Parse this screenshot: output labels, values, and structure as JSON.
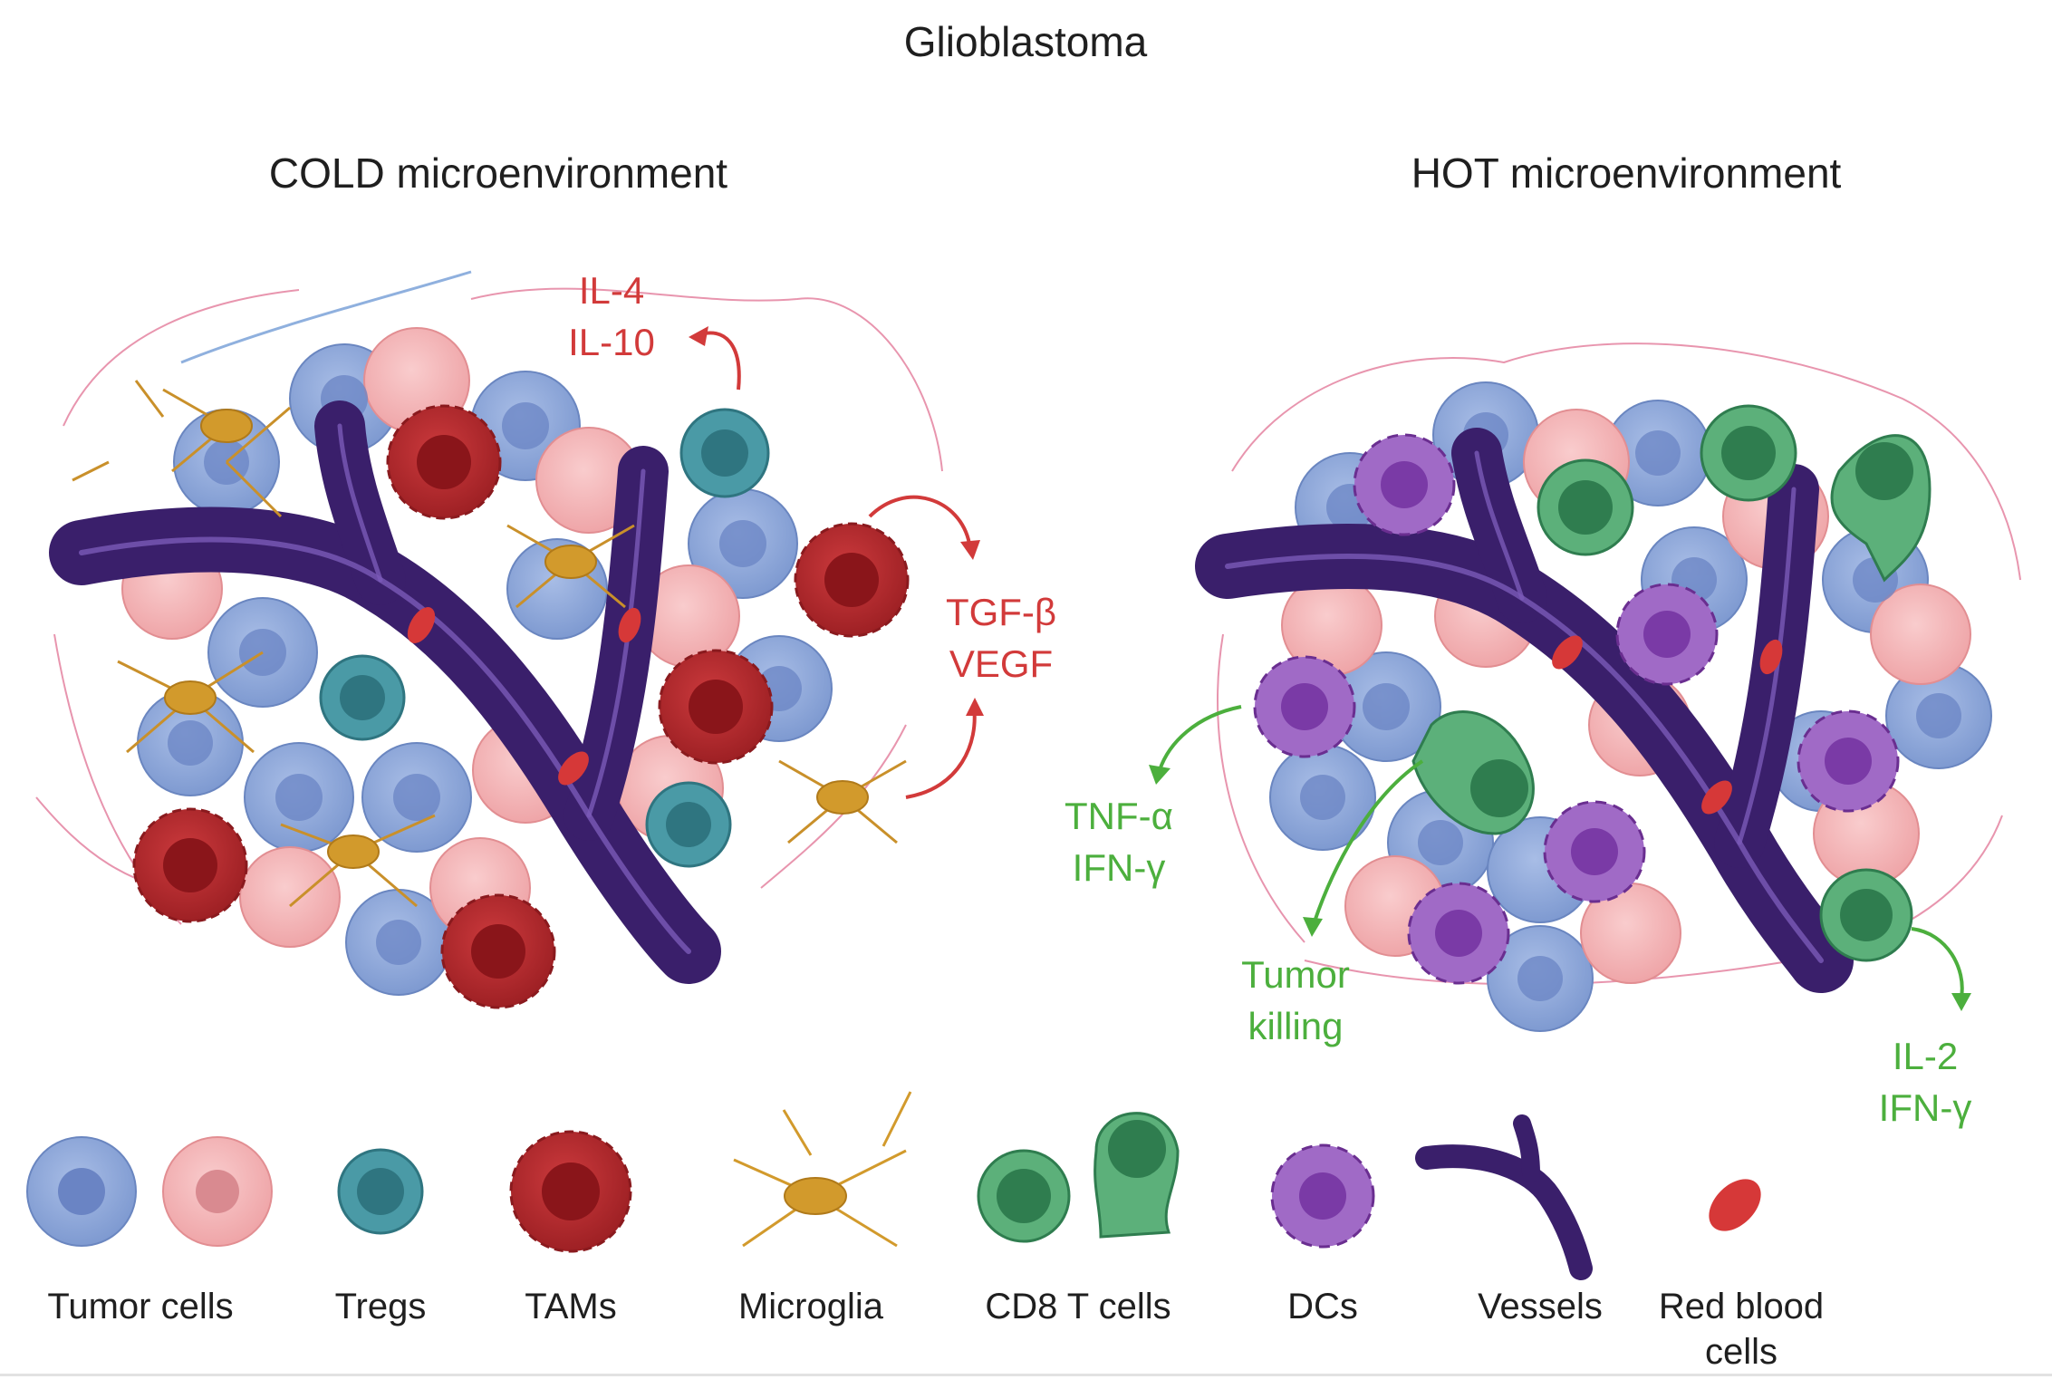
{
  "title": "Glioblastoma",
  "panels": {
    "cold": {
      "title": "COLD microenvironment",
      "cytokines_top": [
        "IL-4",
        "IL-10"
      ],
      "cytokines_right": [
        "TGF-β",
        "VEGF"
      ]
    },
    "hot": {
      "title": "HOT microenvironment",
      "cytokines_left": [
        "TNF-α",
        "IFN-γ"
      ],
      "killing": [
        "Tumor",
        "killing"
      ],
      "cytokines_right": [
        "IL-2",
        "IFN-γ"
      ]
    }
  },
  "legend": [
    {
      "key": "tumor",
      "label": "Tumor cells"
    },
    {
      "key": "tregs",
      "label": "Tregs"
    },
    {
      "key": "tams",
      "label": "TAMs"
    },
    {
      "key": "microglia",
      "label": "Microglia"
    },
    {
      "key": "cd8",
      "label": "CD8 T cells"
    },
    {
      "key": "dcs",
      "label": "DCs"
    },
    {
      "key": "vessels",
      "label": "Vessels"
    },
    {
      "key": "rbc",
      "label": "Red blood cells",
      "lines": [
        "Red blood",
        "cells"
      ]
    }
  ],
  "colors": {
    "title_text": "#1f1f1f",
    "suppressive": "#d23a3a",
    "activating": "#4caf3d",
    "tumor_blue": "#8fa8d8",
    "tumor_pink": "#f4b6b8",
    "treg": "#4a9aa6",
    "tam": "#b5262b",
    "microglia": "#d29a2c",
    "cd8": "#3f9a63",
    "dc": "#8a4bb0",
    "vessel": "#3a1f6b",
    "rbc": "#d63838"
  }
}
